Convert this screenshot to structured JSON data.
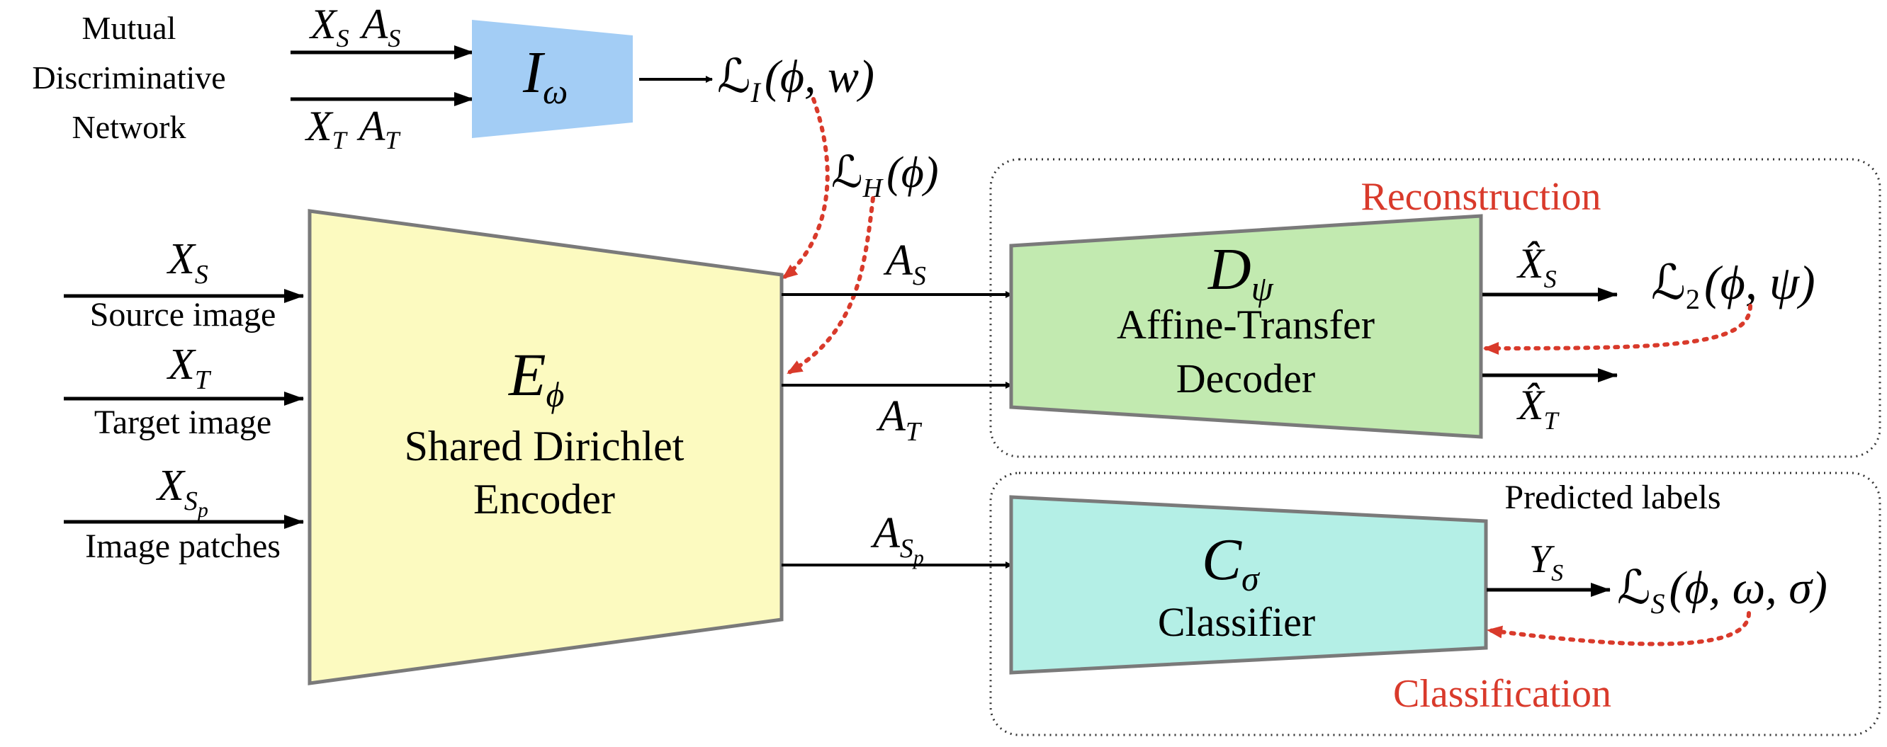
{
  "mutual_network": {
    "label_line1": "Mutual",
    "label_line2": "Discriminative",
    "label_line3": "Network",
    "input_top": "X",
    "input_top_sub": "S",
    "input_top_b": "A",
    "input_top_b_sub": "S",
    "input_bottom": "X",
    "input_bottom_sub": "T",
    "input_bottom_b": "A",
    "input_bottom_b_sub": "T",
    "block_symbol": "I",
    "block_sub": "ω",
    "block_color": "#a3cdf5",
    "loss_symbol": "ℒ",
    "loss_sub": "I",
    "loss_args": "(ϕ, w)"
  },
  "entropy_loss": {
    "symbol": "ℒ",
    "sub": "H",
    "args": "(ϕ)"
  },
  "encoder": {
    "symbol": "E",
    "sub": "ϕ",
    "name_line1": "Shared Dirichlet",
    "name_line2": "Encoder",
    "color": "#fcfac0",
    "inputs": [
      {
        "var": "X",
        "sub": "S",
        "caption": "Source image"
      },
      {
        "var": "X",
        "sub": "T",
        "caption": "Target image"
      },
      {
        "var": "X",
        "sub": "S",
        "subsub": "p",
        "caption": "Image patches"
      }
    ],
    "outputs": [
      {
        "var": "A",
        "sub": "S"
      },
      {
        "var": "A",
        "sub": "T"
      },
      {
        "var": "A",
        "sub": "S",
        "subsub": "p"
      }
    ]
  },
  "reconstruction": {
    "title": "Reconstruction",
    "title_color": "#d93a2b",
    "decoder_symbol": "D",
    "decoder_sub": "ψ",
    "decoder_line1": "Affine-Transfer",
    "decoder_line2": "Decoder",
    "decoder_color": "#c2eab0",
    "out_top": "X̂",
    "out_top_sub": "S",
    "out_bottom": "X̂",
    "out_bottom_sub": "T",
    "loss_symbol": "ℒ",
    "loss_sub": "2",
    "loss_args": "(ϕ, ψ)"
  },
  "classification": {
    "title": "Classification",
    "title_color": "#d93a2b",
    "predicted_label": "Predicted labels",
    "classifier_symbol": "C",
    "classifier_sub": "σ",
    "classifier_name": "Classifier",
    "classifier_color": "#b4efe6",
    "out": "Y",
    "out_sub": "S",
    "loss_symbol": "ℒ",
    "loss_sub": "S",
    "loss_args": "(ϕ, ω, σ)"
  },
  "colors": {
    "dotted_arrow": "#d93a2b",
    "solid_arrow": "#000000",
    "block_border": "#7a7a7a"
  }
}
